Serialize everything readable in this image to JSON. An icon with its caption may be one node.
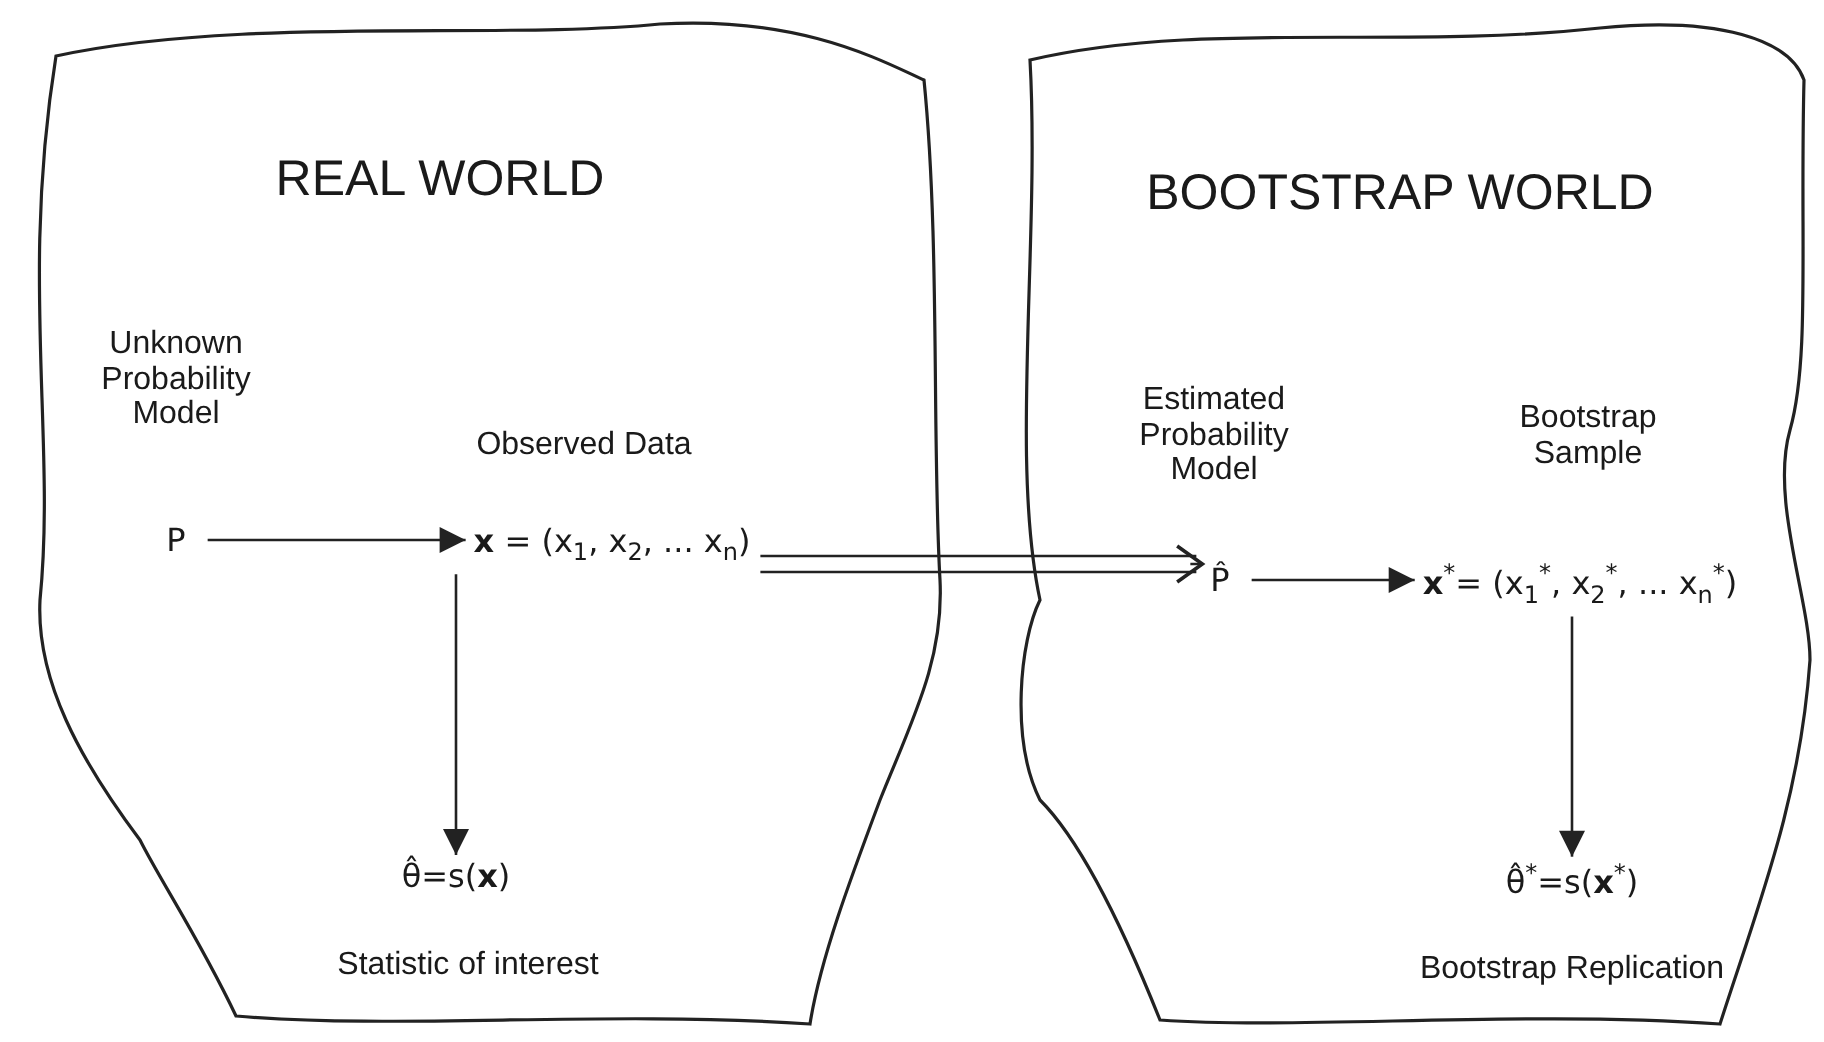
{
  "diagram": {
    "nodes": [
      {
        "text": [
          "REAL WORLD"
        ]
      },
      {
        "text": [
          "P"
        ],
        "in": 0,
        "beside": [
          "Unknown Probability Model"
        ]
      },
      {
        "text": [
          "**x** = (x$_{1}$, x$_{2}$, ... x$_{n}$)"
        ],
        "in": 0,
        "beside": [
          "Observed Data"
        ]
      },
      {
        "text": [
          "θ̂=s(**x**)"
        ],
        "in": 0,
        "beside": [
          "Statistic of interest"
        ]
      },
      {
        "text": [
          "BOOTSTRAP WORLD"
        ]
      },
      {
        "text": [
          "P̂"
        ],
        "in": 4,
        "beside": [
          "Estimated Probability Model"
        ]
      },
      {
        "text": [
          "**x**$^{*}$= (x$_{1}$$^{*}$, x$_{2}$$^{*}$, ... x$_{n}$$^{*}$)"
        ],
        "in": 4,
        "beside": [
          "Bootstrap Sample"
        ]
      },
      {
        "text": [
          "θ̂$^{*}$=s(**x**$^{*}$)"
        ],
        "in": 4,
        "beside": [
          "Bootstrap Replication"
        ]
      }
    ],
    "edges": [
      {
        "from": 1,
        "to": 2,
        "arrow": "to"
      },
      {
        "from": 2,
        "to": 3,
        "arrow": "to"
      },
      {
        "from": 2,
        "to": 5,
        "arrow": "to"
      },
      {
        "from": 5,
        "to": 6,
        "arrow": "to"
      },
      {
        "from": 6,
        "to": 7,
        "arrow": "to"
      }
    ]
  }
}
